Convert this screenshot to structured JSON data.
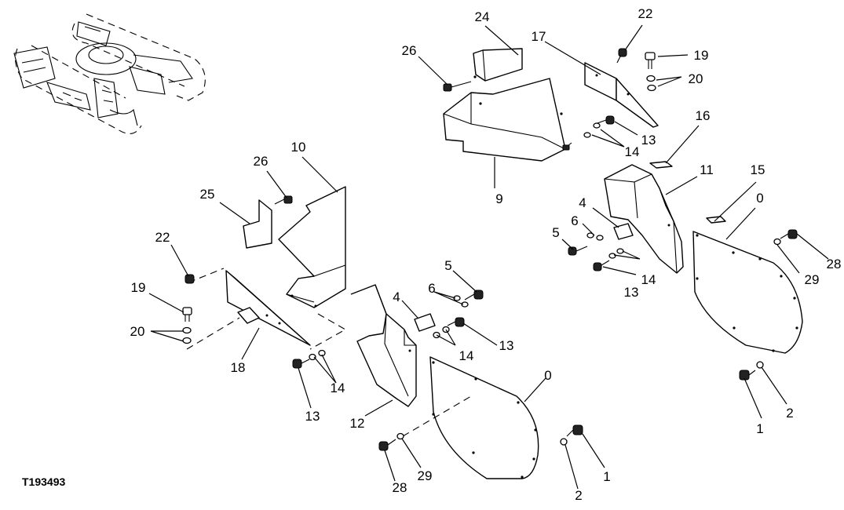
{
  "figure_ref": "T193493",
  "callouts": {
    "c1a": "1",
    "c1b": "1",
    "c2a": "2",
    "c2b": "2",
    "c4a": "4",
    "c4b": "4",
    "c5a": "5",
    "c5b": "5",
    "c6a": "6",
    "c6b": "6",
    "c9": "9",
    "c10": "10",
    "c11": "11",
    "c12": "12",
    "c13a": "13",
    "c13b": "13",
    "c13c": "13",
    "c13d": "13",
    "c14a": "14",
    "c14b": "14",
    "c14c": "14",
    "c14d": "14",
    "c15": "15",
    "c16": "16",
    "c17": "17",
    "c18": "18",
    "c19a": "19",
    "c19b": "19",
    "c20a": "20",
    "c20b": "20",
    "c22a": "22",
    "c22b": "22",
    "c24": "24",
    "c25": "25",
    "c26a": "26",
    "c26b": "26",
    "c28a": "28",
    "c28b": "28",
    "c29a": "29",
    "c29b": "29",
    "c0a": "0",
    "c0b": "0"
  }
}
